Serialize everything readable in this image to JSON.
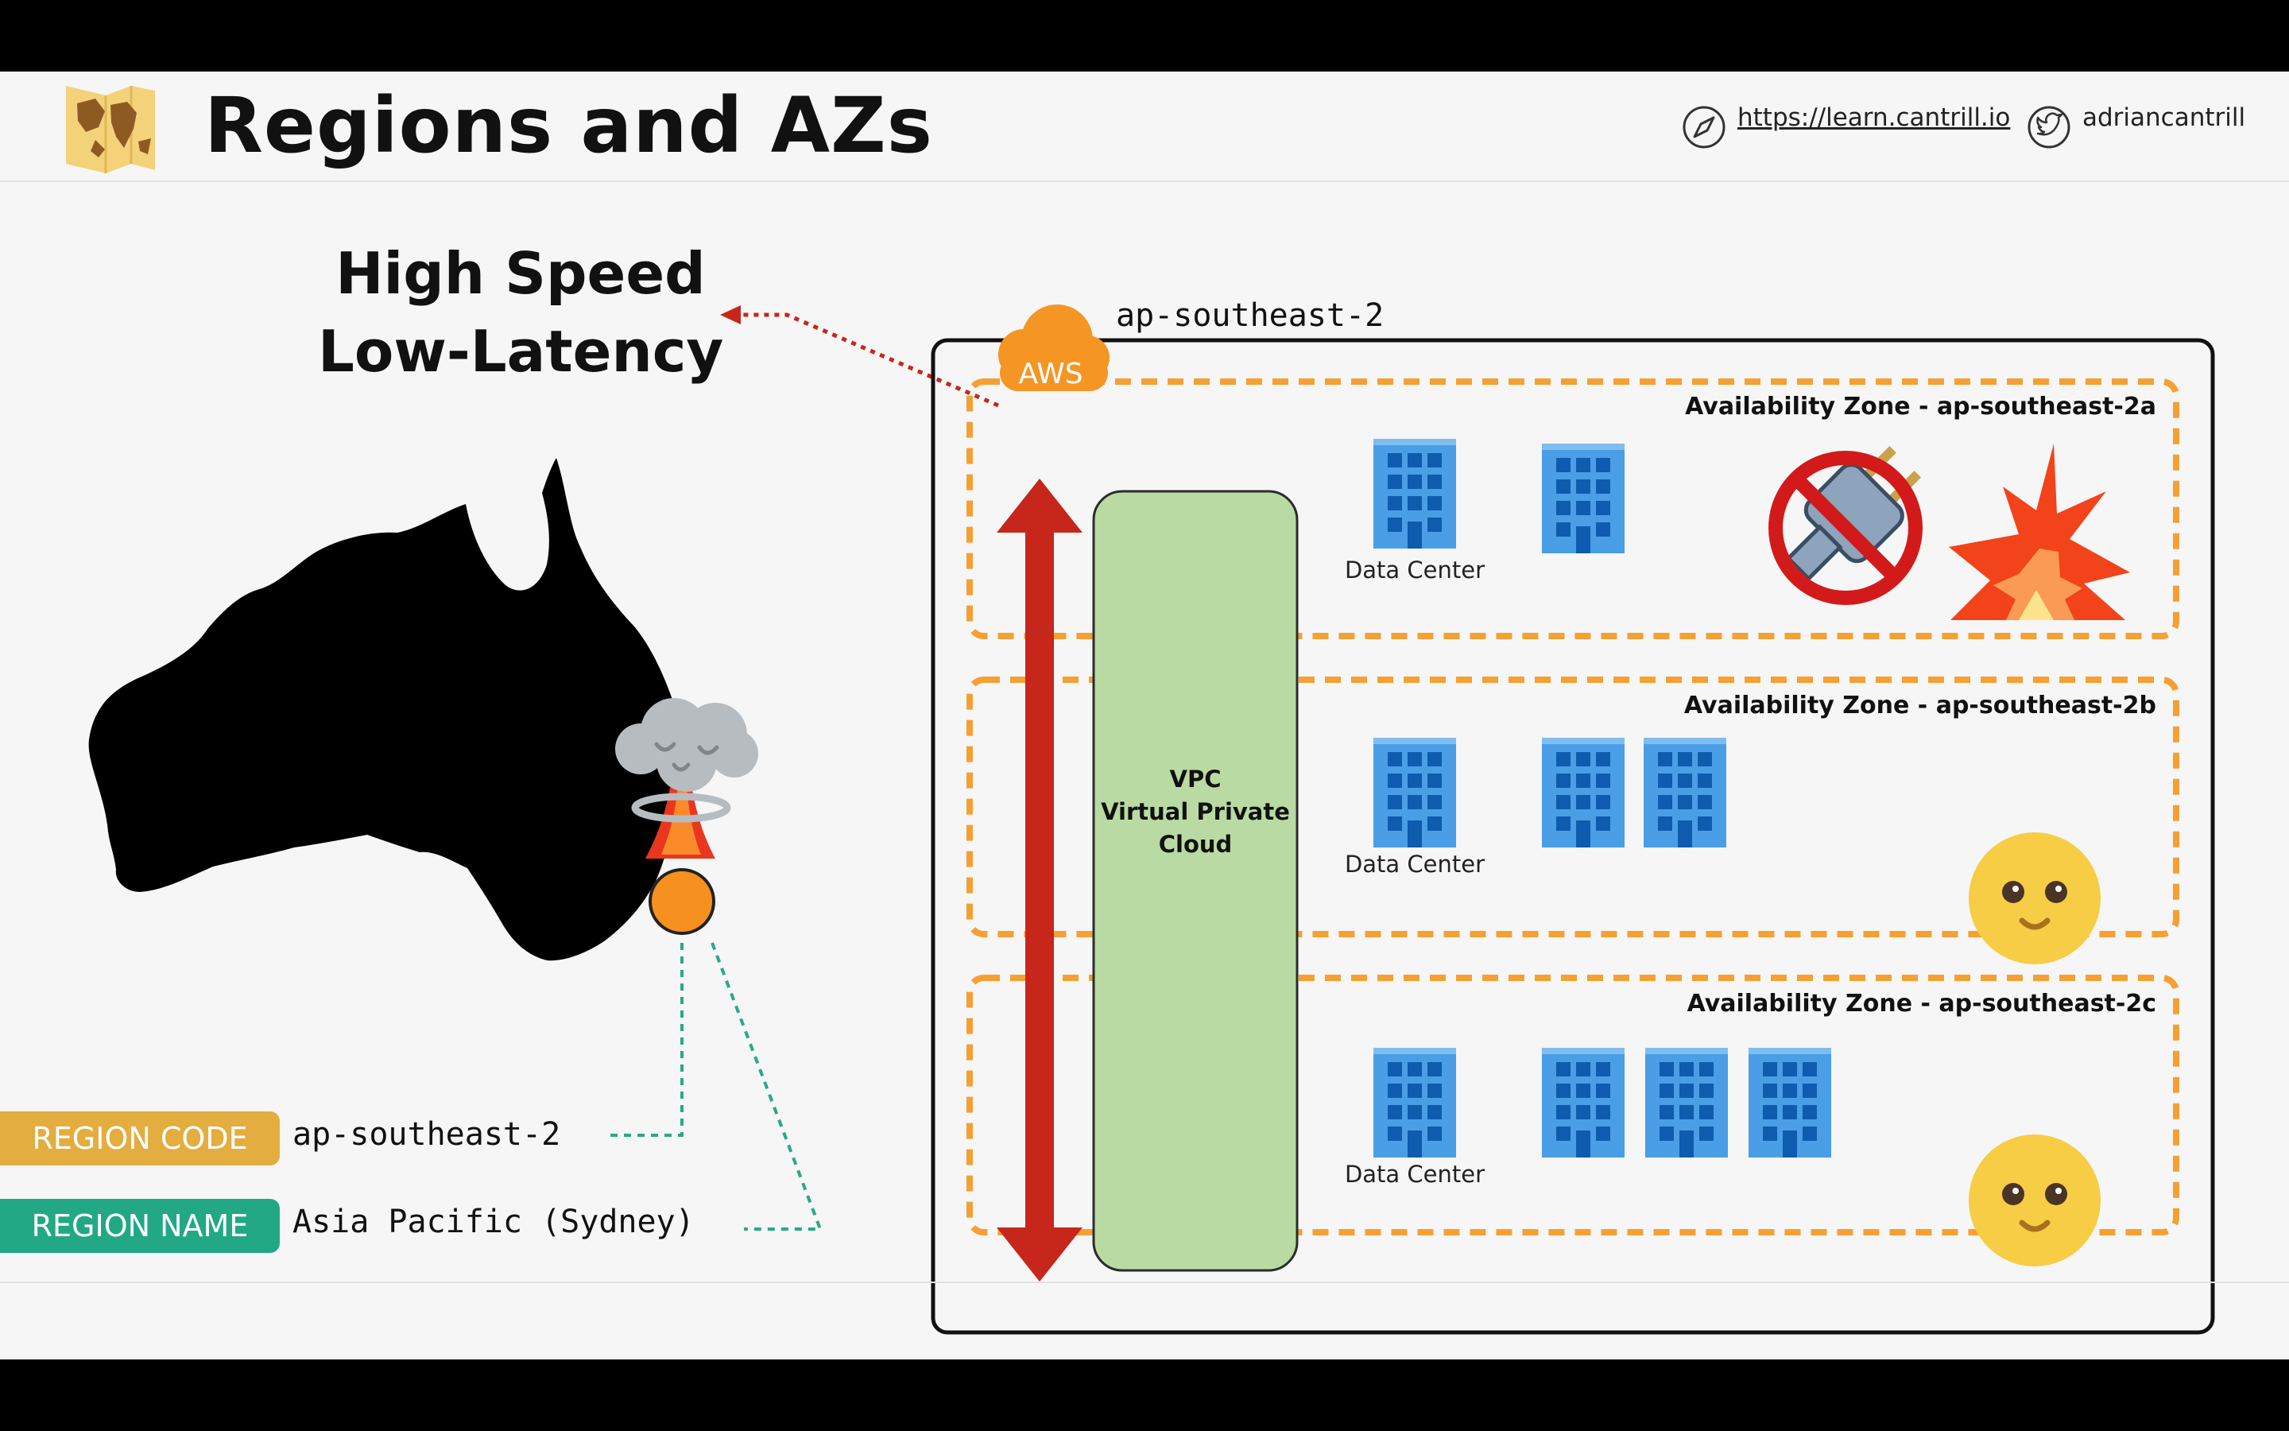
{
  "header": {
    "title": "Regions and AZs",
    "link_url": "https://learn.cantrill.io",
    "twitter_handle": "adriancantrill",
    "icons": [
      "map-icon",
      "compass-icon",
      "twitter-bird-icon"
    ]
  },
  "callout": {
    "line1": "High Speed",
    "line2": "Low-Latency"
  },
  "region": {
    "code_label": "REGION CODE",
    "code_value": "ap-southeast-2",
    "name_label": "REGION NAME",
    "name_value": "Asia Pacific (Sydney)"
  },
  "aws": {
    "logo_text": "AWS",
    "region_name": "ap-southeast-2"
  },
  "vpc": {
    "line1": "VPC",
    "line2": "Virtual Private",
    "line3": "Cloud"
  },
  "zones": [
    {
      "label": "Availability Zone - ap-southeast-2a",
      "dc_label": "Data Center",
      "buildings": 2,
      "status": "failed",
      "status_icons": [
        "no-power-icon",
        "explosion-icon"
      ]
    },
    {
      "label": "Availability Zone - ap-southeast-2b",
      "dc_label": "Data Center",
      "buildings": 3,
      "status": "healthy",
      "status_icons": [
        "smiley-face-icon"
      ]
    },
    {
      "label": "Availability Zone - ap-southeast-2c",
      "dc_label": "Data Center",
      "buildings": 4,
      "status": "healthy",
      "status_icons": [
        "smiley-face-icon"
      ]
    }
  ],
  "colors": {
    "region_code_badge": "#e3ad3f",
    "region_name_badge": "#22a885",
    "aws_orange": "#f49524",
    "az_border": "#f5a033",
    "vpc_fill": "#b9dba3",
    "arrow_red": "#c7261a",
    "building_blue": "#4a9ee6",
    "smiley": "#f6cd45"
  }
}
